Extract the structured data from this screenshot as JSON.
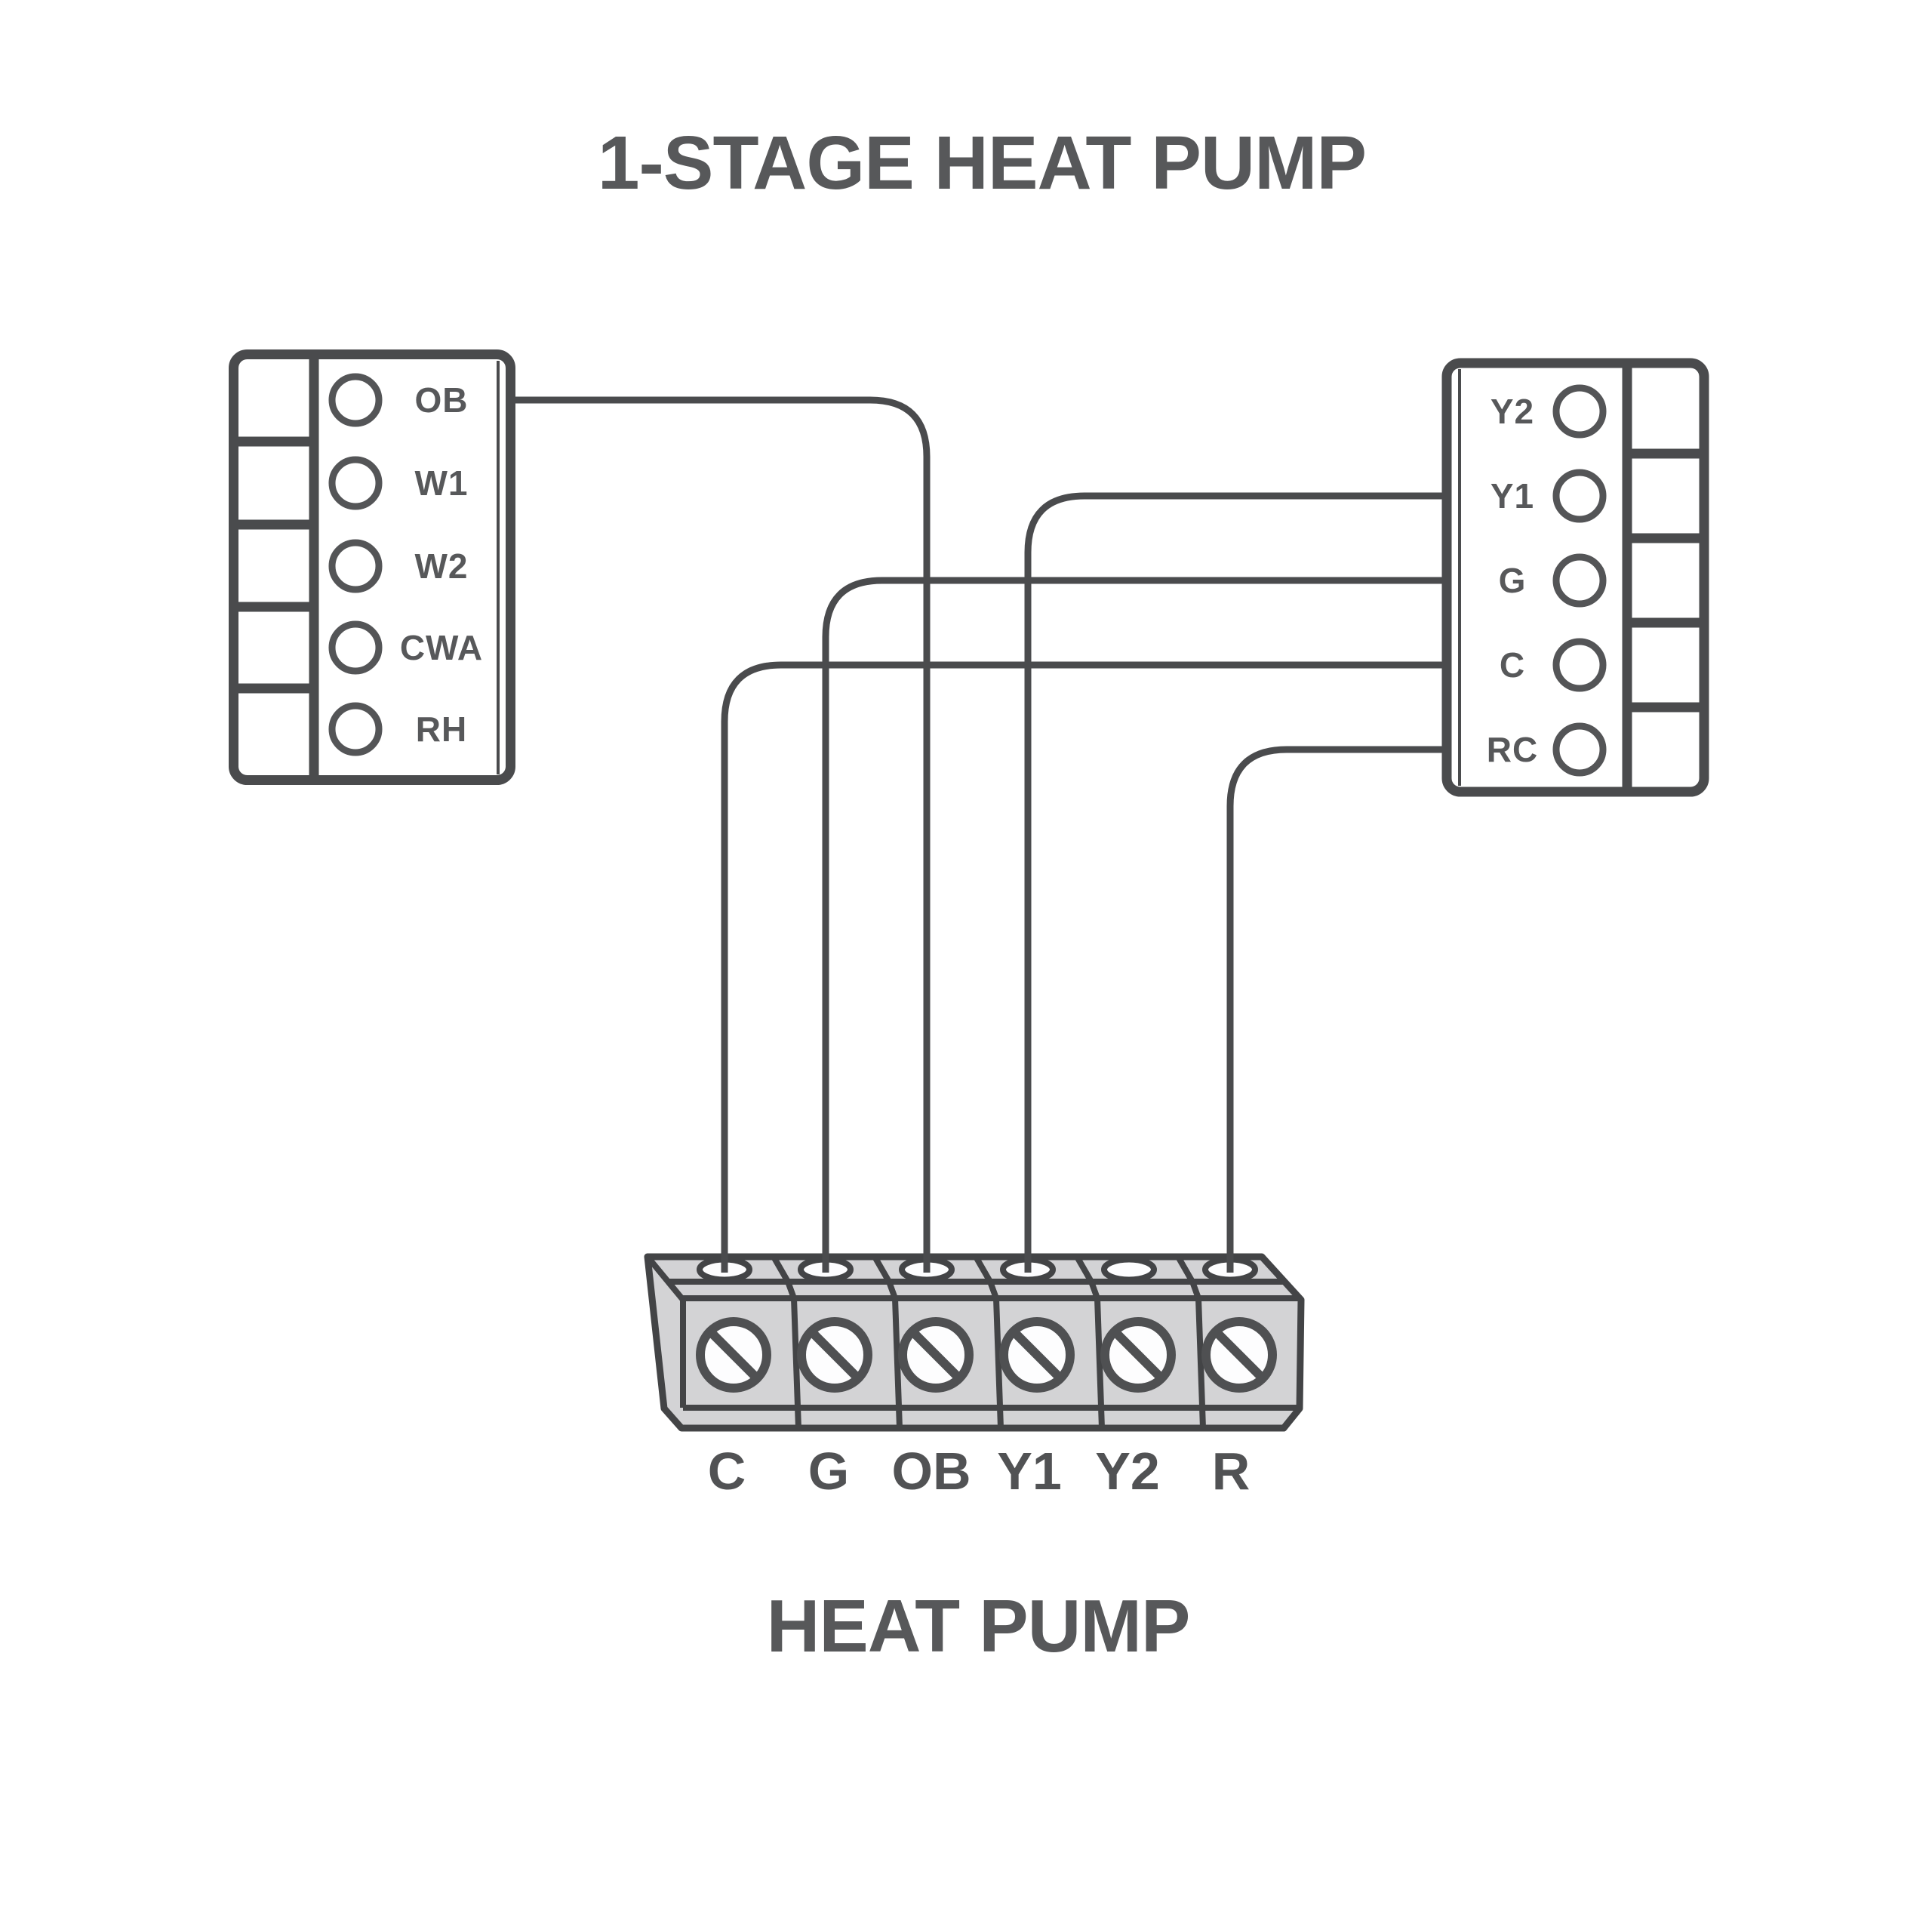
{
  "title": "1-STAGE HEAT PUMP",
  "thermostat_left": {
    "name": "thermostat left terminal block",
    "terminals": [
      {
        "label": "OB"
      },
      {
        "label": "W1"
      },
      {
        "label": "W2"
      },
      {
        "label": "CWA"
      },
      {
        "label": "RH"
      }
    ]
  },
  "thermostat_right": {
    "name": "thermostat right terminal block",
    "terminals": [
      {
        "label": "Y2"
      },
      {
        "label": "Y1"
      },
      {
        "label": "G"
      },
      {
        "label": "C"
      },
      {
        "label": "RC"
      }
    ]
  },
  "heat_pump_strip": {
    "label": "HEAT PUMP",
    "terminals": [
      {
        "label": "C"
      },
      {
        "label": "G"
      },
      {
        "label": "OB"
      },
      {
        "label": "Y1"
      },
      {
        "label": "Y2"
      },
      {
        "label": "R"
      }
    ]
  },
  "connections": [
    {
      "from": "thermostat-left OB",
      "to": "heat-pump OB"
    },
    {
      "from": "thermostat-right Y1",
      "to": "heat-pump Y1"
    },
    {
      "from": "thermostat-right G",
      "to": "heat-pump G"
    },
    {
      "from": "thermostat-right C",
      "to": "heat-pump C"
    },
    {
      "from": "thermostat-right RC",
      "to": "heat-pump R"
    }
  ],
  "unconnected_terminals": [
    "thermostat-left W1",
    "thermostat-left W2",
    "thermostat-left CWA",
    "thermostat-left RH",
    "thermostat-right Y2",
    "heat-pump Y2"
  ],
  "colors": {
    "background": "#ffffff",
    "line": "#4a4b4d",
    "text": "#57585a",
    "strip_fill": "#d3d3d5",
    "hole_fill": "#fdfdfe"
  }
}
